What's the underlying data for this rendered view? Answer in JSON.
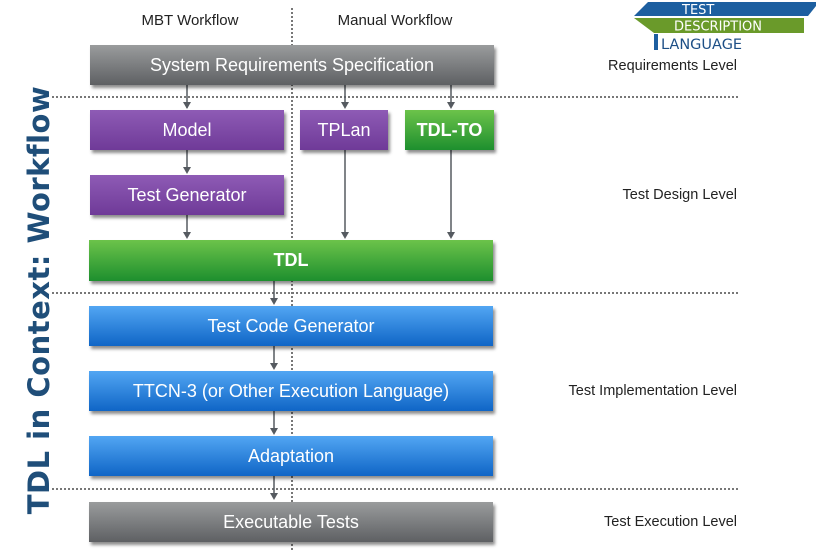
{
  "side_title": "TDL in Context: Workflow",
  "logo": {
    "line1": "TEST",
    "line2": "DESCRIPTION",
    "line3": "LANGUAGE",
    "colors": {
      "blue": "#1d5fa0",
      "green": "#6a9a2a",
      "text": "#ffffff",
      "text_dark": "#1d4f86"
    }
  },
  "columns": {
    "mbt": "MBT Workflow",
    "manual": "Manual Workflow"
  },
  "levels": {
    "requirements": "Requirements Level",
    "design": "Test Design Level",
    "implementation": "Test Implementation Level",
    "execution": "Test Execution Level"
  },
  "boxes": {
    "srs": "System Requirements Specification",
    "model": "Model",
    "tplan": "TPLan",
    "tdl_to": "TDL-TO",
    "test_generator": "Test Generator",
    "tdl": "TDL",
    "test_code_generator": "Test Code Generator",
    "ttcn3": "TTCN-3 (or Other Execution Language)",
    "adaptation": "Adaptation",
    "executable_tests": "Executable Tests"
  },
  "colors": {
    "gray": "#6f7174",
    "purple": "#7d47a6",
    "green": "#3aa83a",
    "blue": "#2a84dd",
    "title": "#1f4e79",
    "arrow": "#555a60"
  }
}
